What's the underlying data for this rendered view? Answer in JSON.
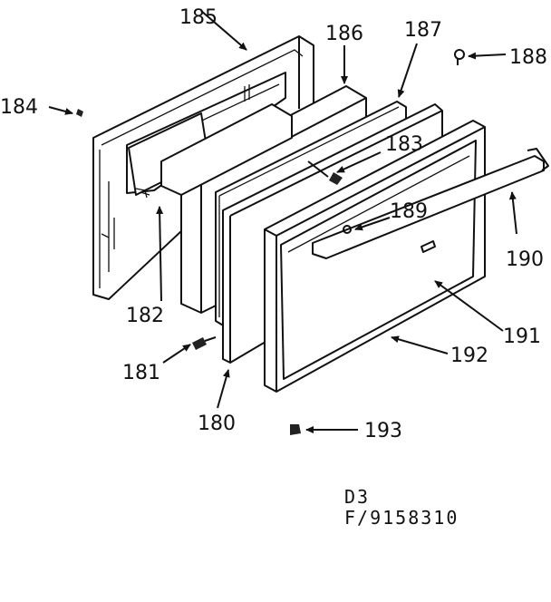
{
  "parts": [
    {
      "id": "p180",
      "label": "180"
    },
    {
      "id": "p181",
      "label": "181"
    },
    {
      "id": "p182",
      "label": "182"
    },
    {
      "id": "p183",
      "label": "183"
    },
    {
      "id": "p184",
      "label": "184"
    },
    {
      "id": "p185",
      "label": "185"
    },
    {
      "id": "p186",
      "label": "186"
    },
    {
      "id": "p187",
      "label": "187"
    },
    {
      "id": "p188",
      "label": "188"
    },
    {
      "id": "p189",
      "label": "189"
    },
    {
      "id": "p190",
      "label": "190"
    },
    {
      "id": "p191",
      "label": "191"
    },
    {
      "id": "p192",
      "label": "192"
    },
    {
      "id": "p193",
      "label": "193"
    }
  ],
  "caption": {
    "line1": "D3",
    "line2": "F/9158310"
  }
}
